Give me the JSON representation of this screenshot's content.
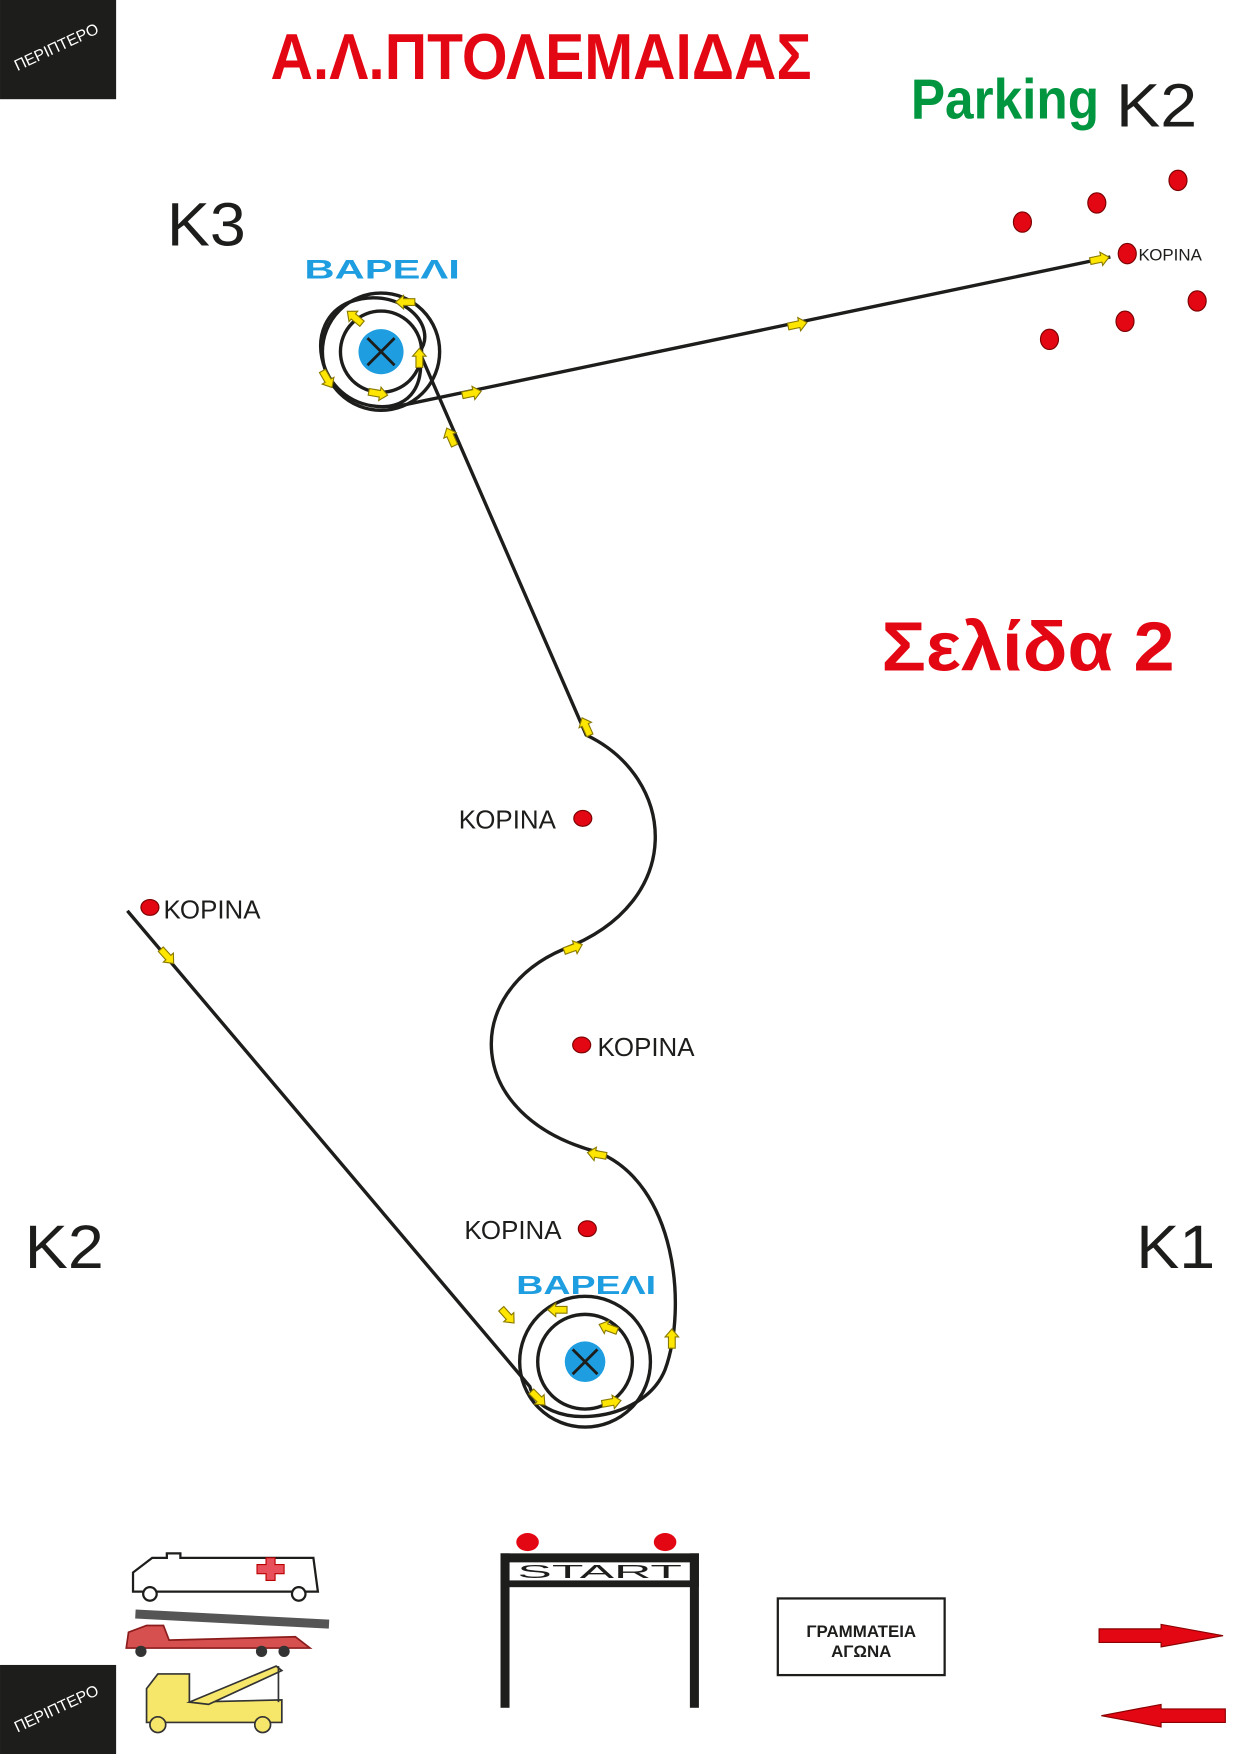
{
  "title": "Α.Λ.ΠΤΟΛΕΜΑΙΔΑΣ",
  "page_label": "Σελίδα 2",
  "parking": {
    "label": "Parking",
    "zone": "K2"
  },
  "kiosk_label": "ΠΕΡΙΠΤΕΡΟ",
  "zones": {
    "k3": "K3",
    "k2": "K2",
    "k1": "K1"
  },
  "barrel_label": "ΒΑΡΕΛΙ",
  "cone_label": "ΚΟΡΙΝΑ",
  "start_label": "START",
  "secretariat": {
    "line1": "ΓΡΑΜΜΑΤΕΙΑ",
    "line2": "ΑΓΩΝΑ"
  },
  "colors": {
    "title": "#e30613",
    "parking": "#009640",
    "barrel": "#1e9ee0",
    "cone": "#e30613",
    "arrow": "#ffe600"
  },
  "icons": [
    "ambulance-icon",
    "fire-truck-icon",
    "tow-truck-icon",
    "arrow-right-icon",
    "arrow-left-icon"
  ]
}
